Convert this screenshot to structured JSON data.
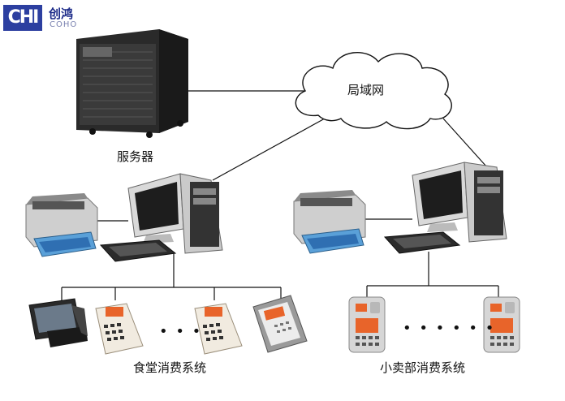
{
  "logo": {
    "mark": "CHI",
    "cn": "创鸿",
    "en": "COHO"
  },
  "labels": {
    "server": "服务器",
    "lan": "局域网",
    "canteen": "食堂消费系统",
    "shop": "小卖部消费系统"
  },
  "ellipsis": {
    "left": "• • •",
    "right": "• • • • • •"
  },
  "icons": {
    "server": "server-tower-icon",
    "printer": "laser-printer-icon",
    "computer": "desktop-computer-icon",
    "pos": "touch-pos-terminal-icon",
    "keypad": "card-reader-keypad-icon",
    "reader": "wall-card-reader-icon"
  },
  "colors": {
    "logo_blue": "#2c3fa0",
    "device_orange": "#e8642a",
    "line": "#111111"
  }
}
